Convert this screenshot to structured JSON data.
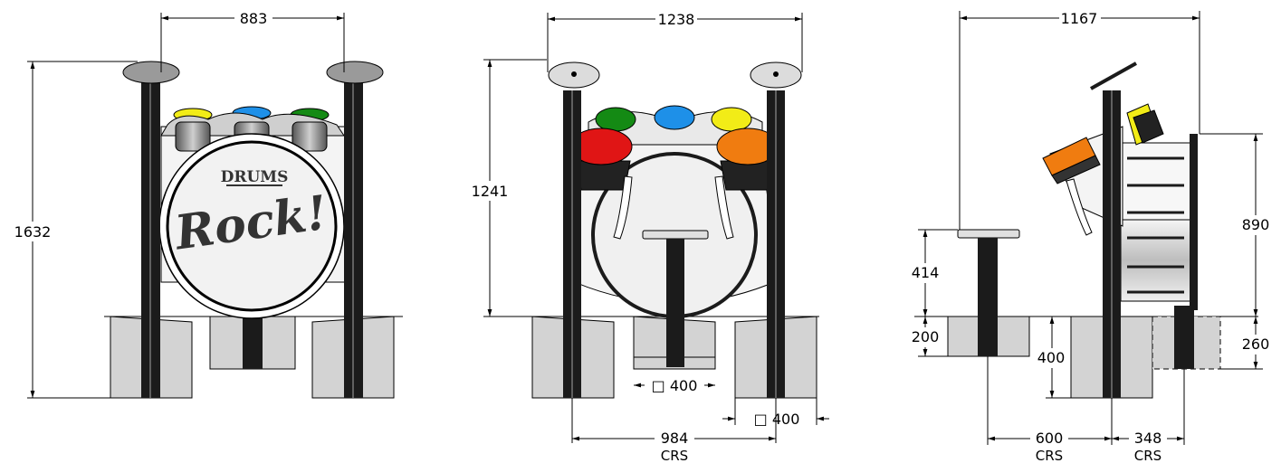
{
  "colors": {
    "red": "#e01515",
    "green": "#148a14",
    "blue": "#1e90e8",
    "yellow": "#f2ec17",
    "orange": "#f07c10",
    "post": "#1b1b1b",
    "footing": "#d3d3d3",
    "cymbal": "#9a9a9a"
  },
  "front": {
    "width_label": "883",
    "height_label": "1632",
    "logo_line1": "DRUMS",
    "logo_line2": "Rock!"
  },
  "rear": {
    "width_label": "1238",
    "height_label": "1241",
    "stool_footing_label": "□ 400",
    "post_footing_label": "□ 400",
    "crs_width_label": "984",
    "crs_label": "CRS"
  },
  "side": {
    "width_label": "1167",
    "seat_height_label": "414",
    "seat_footing_label": "200",
    "post_footing_label": "400",
    "drum_height_label": "890",
    "drum_footing_label": "260",
    "seat_crs_label": "600",
    "seat_crs_unit": "CRS",
    "drum_crs_label": "348",
    "drum_crs_unit": "CRS"
  }
}
